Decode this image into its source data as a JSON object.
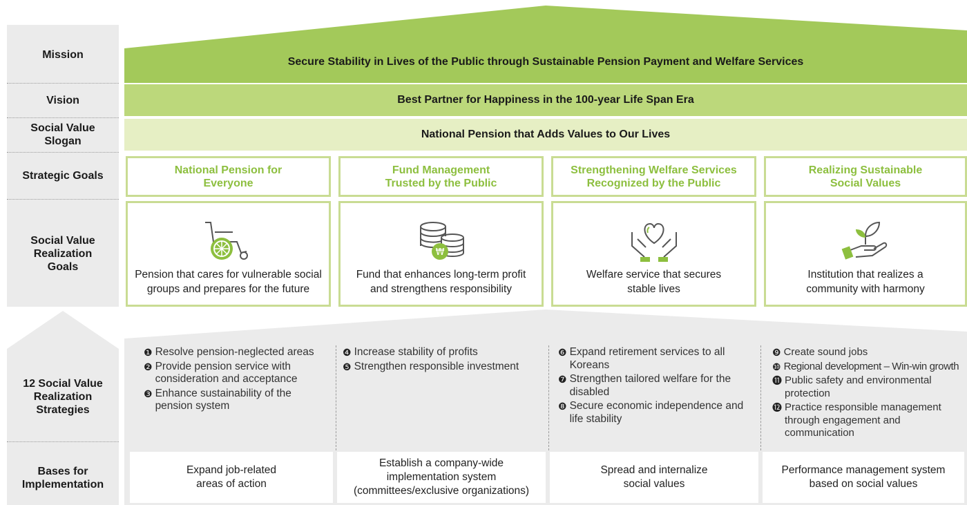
{
  "labels": {
    "mission": "Mission",
    "vision": "Vision",
    "slogan": "Social Value\nSlogan",
    "strategic_goals": "Strategic Goals",
    "realization_goals": "Social Value\nRealization\nGoals",
    "strategies": "12 Social Value\nRealization\nStrategies",
    "bases": "Bases for\nImplementation"
  },
  "mission": "Secure Stability in Lives of the Public through Sustainable Pension Payment and Welfare Services",
  "vision": "Best Partner for Happiness in the 100-year Life Span Era",
  "slogan": "National Pension that Adds Values to Our Lives",
  "strategic_goals": [
    "National Pension for\nEveryone",
    "Fund Management\nTrusted by the Public",
    "Strengthening Welfare Services\nRecognized by the Public",
    "Realizing Sustainable\nSocial Values"
  ],
  "realization_goals": [
    {
      "icon": "wheelchair-icon",
      "text": "Pension that cares for vulnerable social\ngroups and prepares for the future"
    },
    {
      "icon": "coins-won-icon",
      "text": "Fund that enhances long-term profit\nand strengthens responsibility"
    },
    {
      "icon": "hands-heart-icon",
      "text": "Welfare service that secures\nstable lives"
    },
    {
      "icon": "hand-plant-icon",
      "text": "Institution that realizes a\ncommunity with harmony"
    }
  ],
  "strategies": [
    [
      {
        "num": "❶",
        "text": "Resolve pension-neglected areas"
      },
      {
        "num": "❷",
        "text": "Provide pension service with consideration and acceptance"
      },
      {
        "num": "❸",
        "text": "Enhance sustainability of the pension system"
      }
    ],
    [
      {
        "num": "❹",
        "text": "Increase stability of profits"
      },
      {
        "num": "❺",
        "text": "Strengthen responsible investment"
      }
    ],
    [
      {
        "num": "❻",
        "text": "Expand retirement services to all Koreans"
      },
      {
        "num": "❼",
        "text": "Strengthen tailored welfare for the disabled"
      },
      {
        "num": "❽",
        "text": "Secure economic independence and life stability"
      }
    ],
    [
      {
        "num": "❾",
        "text": "Create sound jobs"
      },
      {
        "num": "❿",
        "text": "Regional development – Win-win growth"
      },
      {
        "num": "⓫",
        "text": "Public safety and environmental protection"
      },
      {
        "num": "⓬",
        "text": "Practice responsible management through engagement and communication"
      }
    ]
  ],
  "bases": [
    "Expand job-related\nareas of action",
    "Establish a company-wide\nimplementation system\n(committees/exclusive organizations)",
    "Spread and internalize\nsocial values",
    "Performance management system\nbased on social values"
  ],
  "colors": {
    "mission": "#a3c95a",
    "vision": "#bcd87b",
    "slogan": "#e6efc4",
    "accent": "#8dbf3f",
    "box_border": "#c9dc93",
    "lower_bg": "#ebebeb"
  }
}
